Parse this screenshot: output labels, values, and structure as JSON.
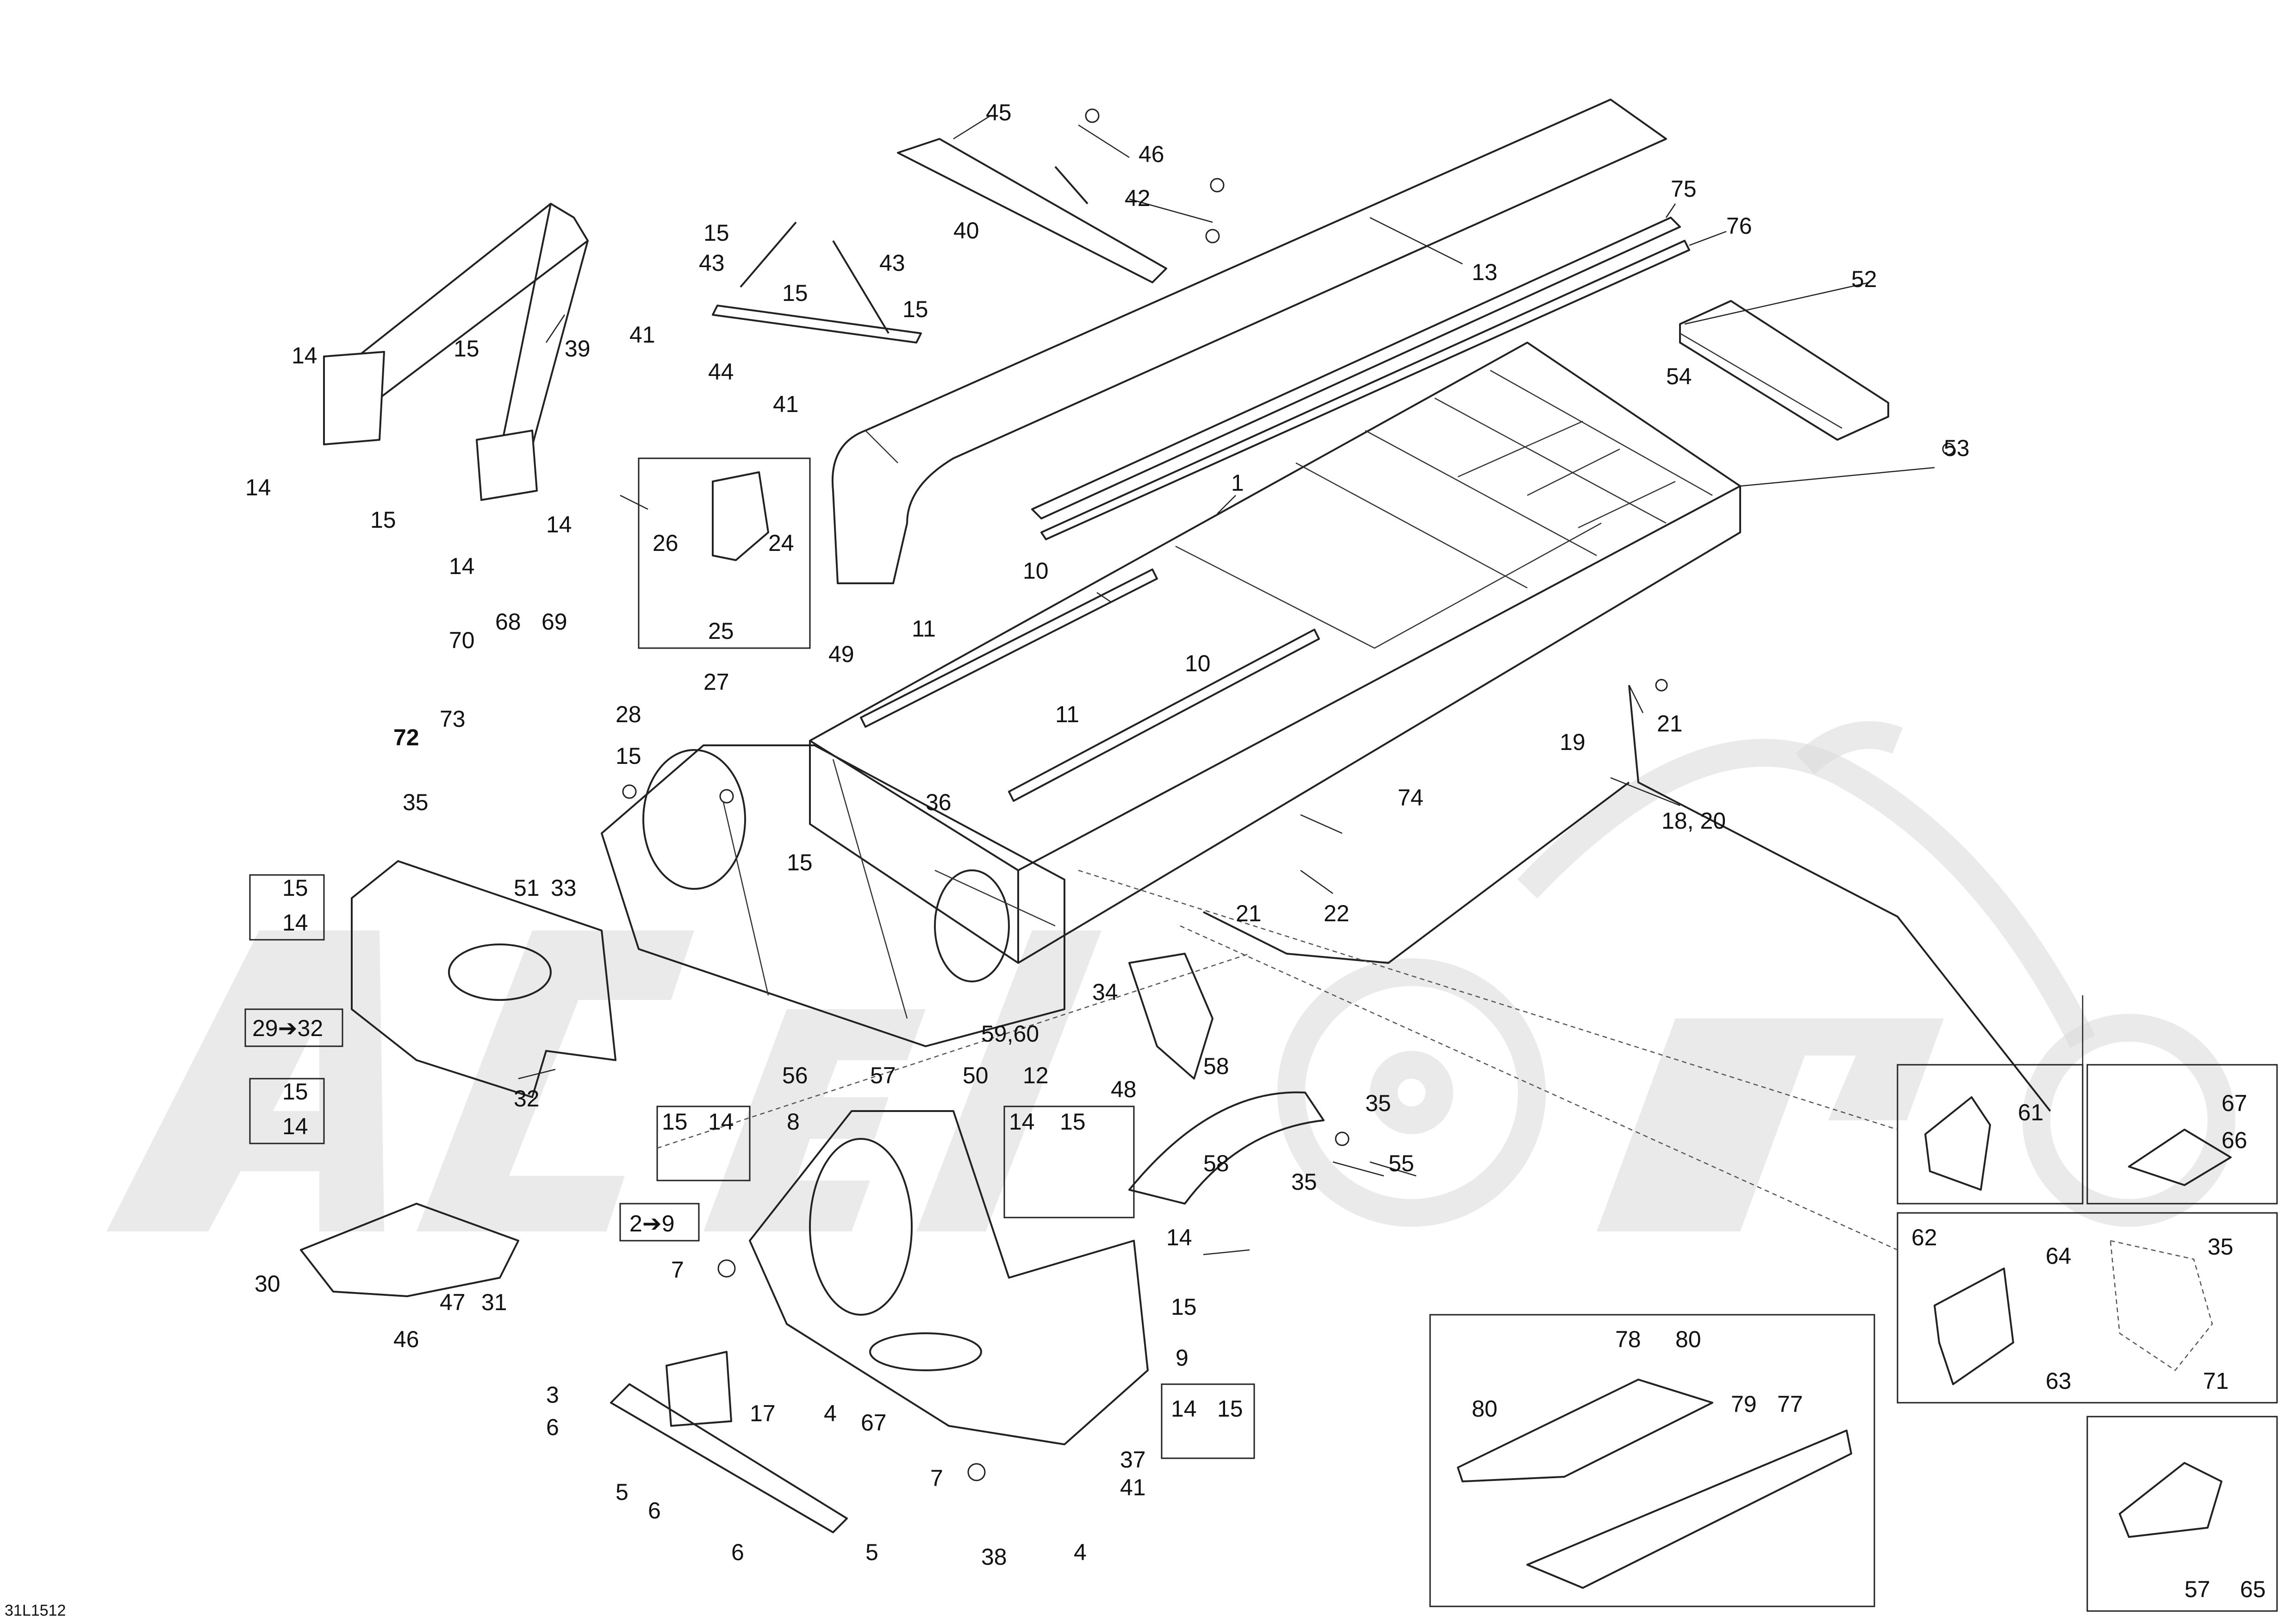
{
  "drawing_ref": "31L1512",
  "callouts": {
    "c45": "45",
    "c46": "46",
    "c42": "42",
    "c15a": "15",
    "c43a": "43",
    "c15b": "15",
    "c43b": "43",
    "c40": "40",
    "c75": "75",
    "c76": "76",
    "c13": "13",
    "c52": "52",
    "c41a": "41",
    "c15c": "15",
    "c44": "44",
    "c41b": "41",
    "c54": "54",
    "c53": "53",
    "c14a": "14",
    "c15d": "15",
    "c39": "39",
    "c14b": "14",
    "c15e": "15",
    "c14c": "14",
    "c14d": "14",
    "c1": "1",
    "c26": "26",
    "c24": "24",
    "c25": "25",
    "c10a": "10",
    "c11a": "11",
    "c49": "49",
    "c10b": "10",
    "c70": "70",
    "c68": "68",
    "c69": "69",
    "c27": "27",
    "c11b": "11",
    "c21a": "21",
    "c73": "73",
    "c28": "28",
    "c72": "72",
    "c19": "19",
    "c15f": "15",
    "c35a": "35",
    "c36": "36",
    "c74": "74",
    "c18_20": "18, 20",
    "c15g": "15",
    "c51": "51",
    "c33": "33",
    "c15h": "15",
    "c14e": "14",
    "c21b": "21",
    "c22": "22",
    "c29_32": "29➔32",
    "c34": "34",
    "c32": "32",
    "c59_60": "59,60",
    "c56": "56",
    "c57a": "57",
    "c50": "50",
    "c12": "12",
    "c58a": "58",
    "c35b": "35",
    "c48": "48",
    "c55": "55",
    "c58b": "58",
    "c35c": "35",
    "c61": "61",
    "c67a": "67",
    "c66": "66",
    "c15i": "15",
    "c14f": "14",
    "c15j": "15",
    "c14g": "14",
    "c8": "8",
    "c14h": "14",
    "c15k": "15",
    "c2_9": "2➔9",
    "c14i": "14",
    "c7a": "7",
    "c15l": "15",
    "c9": "9",
    "c30": "30",
    "c47": "47",
    "c31": "31",
    "c46b": "46",
    "c62": "62",
    "c64": "64",
    "c35d": "35",
    "c63": "63",
    "c71": "71",
    "c78": "78",
    "c80a": "80",
    "c80b": "80",
    "c79": "79",
    "c77": "77",
    "c3": "3",
    "c17": "17",
    "c6a": "6",
    "c4a": "4",
    "c67b": "67",
    "c14j": "14",
    "c15m": "15",
    "c37": "37",
    "c5a": "5",
    "c6b": "6",
    "c7b": "7",
    "c41c": "41",
    "c6c": "6",
    "c5b": "5",
    "c38": "38",
    "c4b": "4",
    "c57b": "57",
    "c65": "65"
  }
}
